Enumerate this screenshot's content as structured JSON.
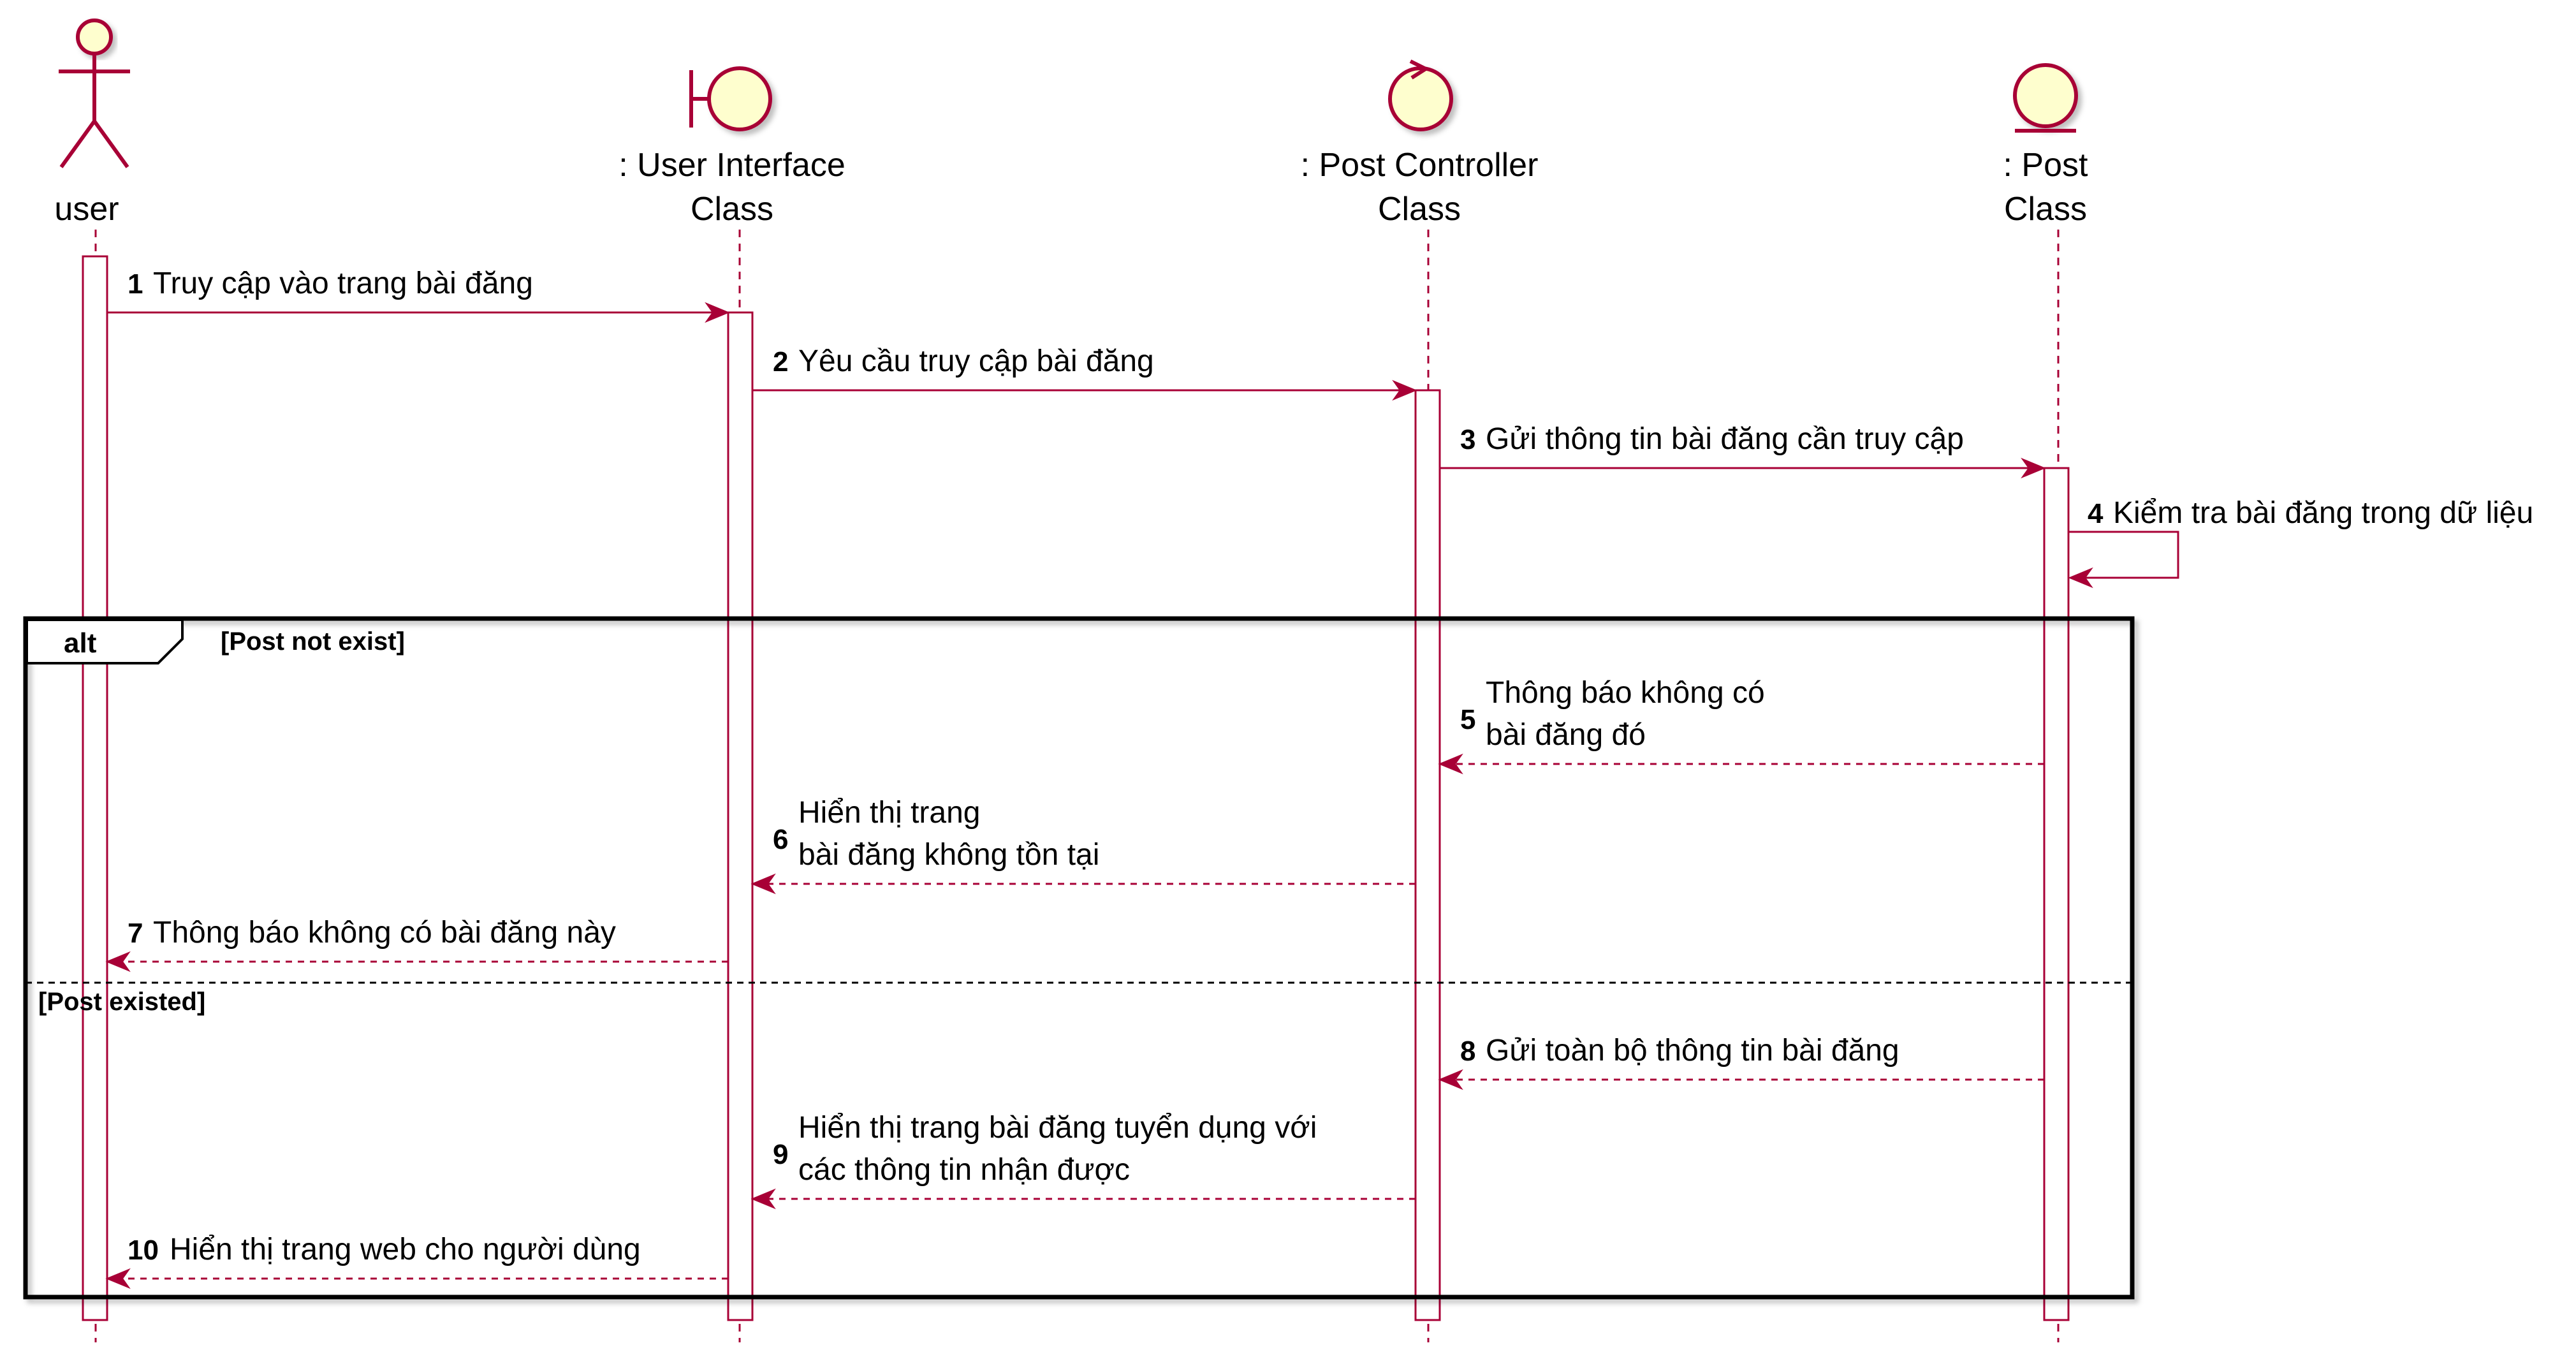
{
  "colors": {
    "line": "#A80036",
    "fill": "#FEFECE",
    "frame": "#000000"
  },
  "participants": [
    {
      "id": "user",
      "type": "actor-icon",
      "lines": [
        "user"
      ]
    },
    {
      "id": "ui",
      "type": "boundary-icon",
      "lines": [
        ": User Interface",
        "Class"
      ]
    },
    {
      "id": "controller",
      "type": "control-icon",
      "lines": [
        ": Post Controller",
        "Class"
      ]
    },
    {
      "id": "post",
      "type": "entity-icon",
      "lines": [
        ": Post",
        "Class"
      ]
    }
  ],
  "messages": [
    {
      "num": "1",
      "from": "user",
      "to": "ui",
      "dashed": false,
      "lines": [
        "Truy cập vào trang bài đăng"
      ]
    },
    {
      "num": "2",
      "from": "ui",
      "to": "controller",
      "dashed": false,
      "lines": [
        "Yêu cầu truy cập bài đăng"
      ]
    },
    {
      "num": "3",
      "from": "controller",
      "to": "post",
      "dashed": false,
      "lines": [
        "Gửi thông tin bài đăng cần truy cập"
      ]
    },
    {
      "num": "4",
      "from": "post",
      "to": "post",
      "dashed": false,
      "self": true,
      "lines": [
        "Kiểm tra bài đăng trong dữ liệu"
      ]
    },
    {
      "num": "5",
      "from": "post",
      "to": "controller",
      "dashed": true,
      "lines": [
        "Thông báo không có",
        " bài đăng đó"
      ]
    },
    {
      "num": "6",
      "from": "controller",
      "to": "ui",
      "dashed": true,
      "lines": [
        "Hiển thị trang",
        "bài đăng không tồn tại"
      ]
    },
    {
      "num": "7",
      "from": "ui",
      "to": "user",
      "dashed": true,
      "lines": [
        "Thông báo không có bài đăng này"
      ]
    },
    {
      "num": "8",
      "from": "post",
      "to": "controller",
      "dashed": true,
      "lines": [
        "Gửi toàn bộ thông tin bài đăng"
      ]
    },
    {
      "num": "9",
      "from": "controller",
      "to": "ui",
      "dashed": true,
      "lines": [
        "Hiển thị trang bài đăng tuyển dụng với",
        "các thông tin nhận được"
      ]
    },
    {
      "num": "10",
      "from": "ui",
      "to": "user",
      "dashed": true,
      "lines": [
        "Hiển thị trang web cho người dùng"
      ]
    }
  ],
  "alt_frame": {
    "keyword": "alt",
    "guard_1": "[Post not exist]",
    "guard_2": "[Post existed]"
  }
}
